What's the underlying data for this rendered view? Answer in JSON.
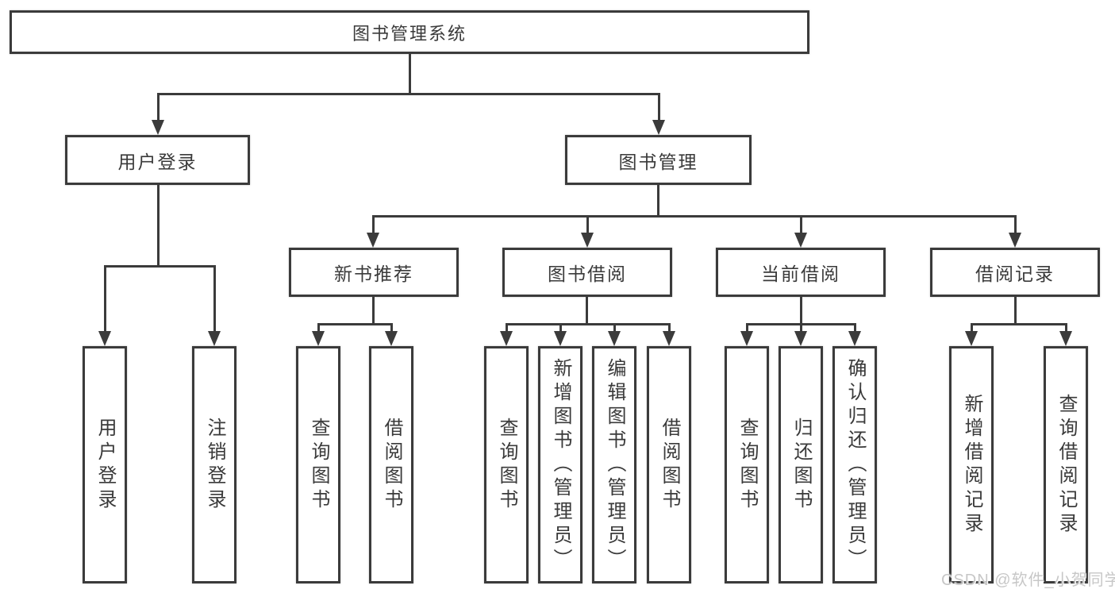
{
  "tree": {
    "label": "图书管理系统",
    "children": [
      {
        "label": "用户登录",
        "children": [
          {
            "label": "用户登录"
          },
          {
            "label": "注销登录"
          }
        ]
      },
      {
        "label": "图书管理",
        "children": [
          {
            "label": "新书推荐",
            "children": [
              {
                "label": "查询图书"
              },
              {
                "label": "借阅图书"
              }
            ]
          },
          {
            "label": "图书借阅",
            "children": [
              {
                "label": "查询图书"
              },
              {
                "label": "新增图书（管理员）"
              },
              {
                "label": "编辑图书（管理员）"
              },
              {
                "label": "借阅图书"
              }
            ]
          },
          {
            "label": "当前借阅",
            "children": [
              {
                "label": "查询图书"
              },
              {
                "label": "归还图书"
              },
              {
                "label": "确认归还（管理员）"
              }
            ]
          },
          {
            "label": "借阅记录",
            "children": [
              {
                "label": "新增借阅记录"
              },
              {
                "label": "查询借阅记录"
              }
            ]
          }
        ]
      }
    ]
  },
  "watermark": "CSDN @软件_小贺同学",
  "colors": {
    "line": "#3b3b3b",
    "box_border": "#3b3b3b",
    "box_background": "#ffffff",
    "text": "#3a3a3a",
    "watermark": "#c7c7c7",
    "page_background": "#ffffff"
  }
}
